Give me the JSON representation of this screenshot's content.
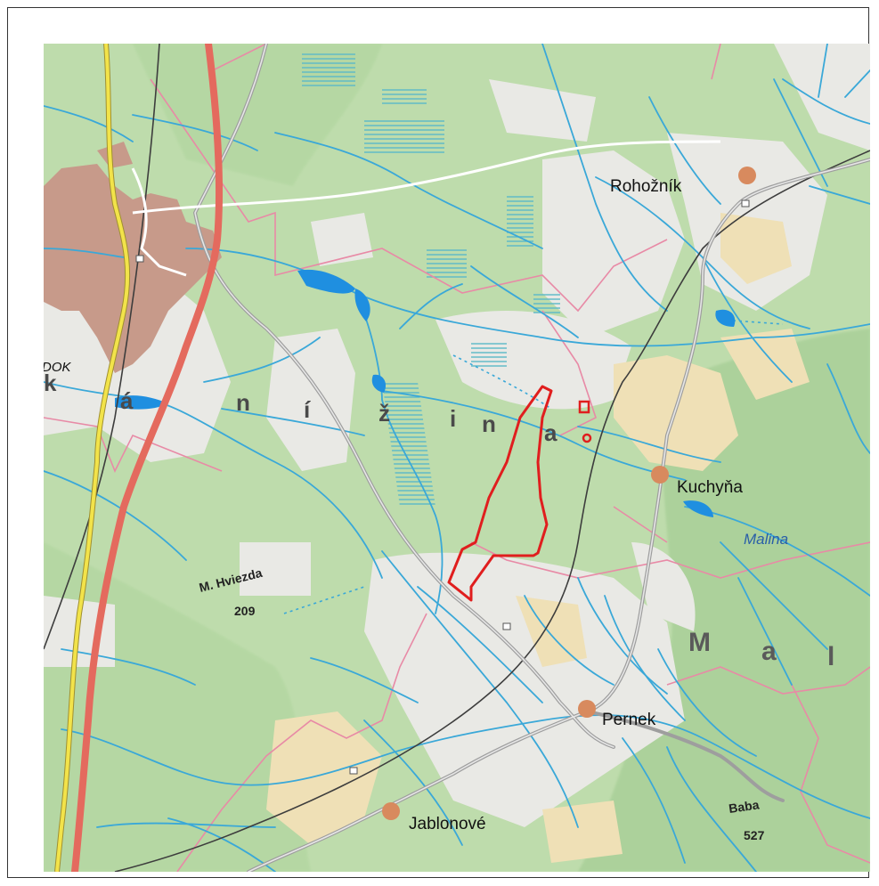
{
  "map": {
    "towns": [
      {
        "name": "Rohožník"
      },
      {
        "name": "Kuchyňa"
      },
      {
        "name": "Pernek"
      },
      {
        "name": "Jablonové"
      }
    ],
    "labels": {
      "dok": "DOK",
      "malina": "Malina",
      "hviezda_name": "M. Hviezda",
      "hviezda_elev": "209",
      "baba_name": "Baba",
      "baba_elev": "527"
    },
    "region_letters_1": [
      "k",
      "á",
      "n",
      "í",
      "ž",
      "i",
      "n",
      "a"
    ],
    "region_letters_2": [
      "M",
      "a",
      "l"
    ],
    "colors": {
      "forest": "#bcdcaa",
      "open_land": "#e8e8e4",
      "settlement": "#c8998a",
      "farmland": "#efe1b8",
      "water": "#3aa8d8",
      "lake": "#1f8fe0",
      "highway": "#e8645a",
      "main_road": "#f0e04a",
      "secondary_road": "#a8a8a8",
      "railway": "#444444",
      "boundary": "#e98aa8",
      "study_area": "#e02020",
      "town_marker": "#d98a60"
    }
  }
}
